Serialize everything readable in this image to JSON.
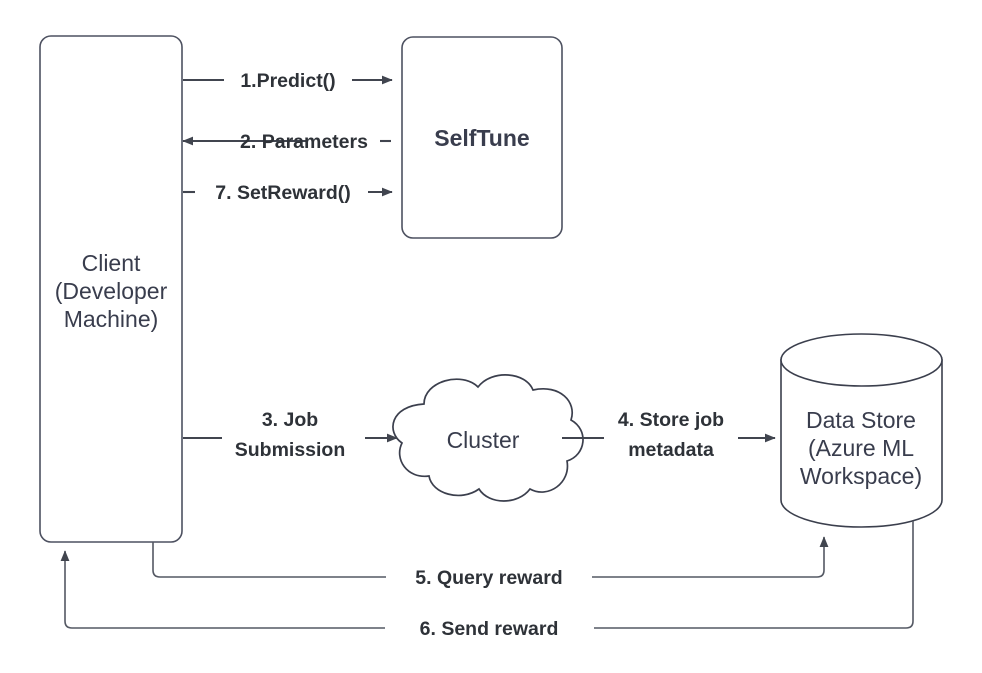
{
  "diagram": {
    "title": "SelfTune client-cluster-datastore reward loop",
    "background_color": "#ffffff",
    "stroke_color": "#41454f",
    "text_color": "#393d4d",
    "nodes": [
      {
        "id": "client",
        "name": "client-node",
        "shape": "rounded-rectangle",
        "lines": [
          "Client",
          "(Developer",
          "Machine)"
        ]
      },
      {
        "id": "selftune",
        "name": "selftune-node",
        "shape": "rounded-rectangle",
        "lines": [
          "SelfTune"
        ]
      },
      {
        "id": "cluster",
        "name": "cluster-node",
        "shape": "cloud",
        "lines": [
          "Cluster"
        ]
      },
      {
        "id": "datastore",
        "name": "data-store-node",
        "shape": "cylinder",
        "lines": [
          "Data Store",
          "(Azure ML",
          "Workspace)"
        ]
      }
    ],
    "edges": [
      {
        "id": "e1",
        "name": "edge-predict",
        "from": "client",
        "to": "selftune",
        "lines": [
          "1.Predict()"
        ],
        "direction": "right"
      },
      {
        "id": "e2",
        "name": "edge-parameters",
        "from": "selftune",
        "to": "client",
        "lines": [
          "2. Parameters"
        ],
        "direction": "left"
      },
      {
        "id": "e7",
        "name": "edge-setreward",
        "from": "client",
        "to": "selftune",
        "lines": [
          "7. SetReward()"
        ],
        "direction": "right"
      },
      {
        "id": "e3",
        "name": "edge-job-submission",
        "from": "client",
        "to": "cluster",
        "lines": [
          "3. Job",
          "Submission"
        ],
        "direction": "right"
      },
      {
        "id": "e4",
        "name": "edge-store-job-metadata",
        "from": "cluster",
        "to": "datastore",
        "lines": [
          "4. Store job",
          "metadata"
        ],
        "direction": "right"
      },
      {
        "id": "e5",
        "name": "edge-query-reward",
        "from": "client",
        "to": "datastore",
        "lines": [
          "5. Query reward"
        ],
        "direction": "right"
      },
      {
        "id": "e6",
        "name": "edge-send-reward",
        "from": "datastore",
        "to": "client",
        "lines": [
          "6. Send reward"
        ],
        "direction": "left"
      }
    ]
  }
}
